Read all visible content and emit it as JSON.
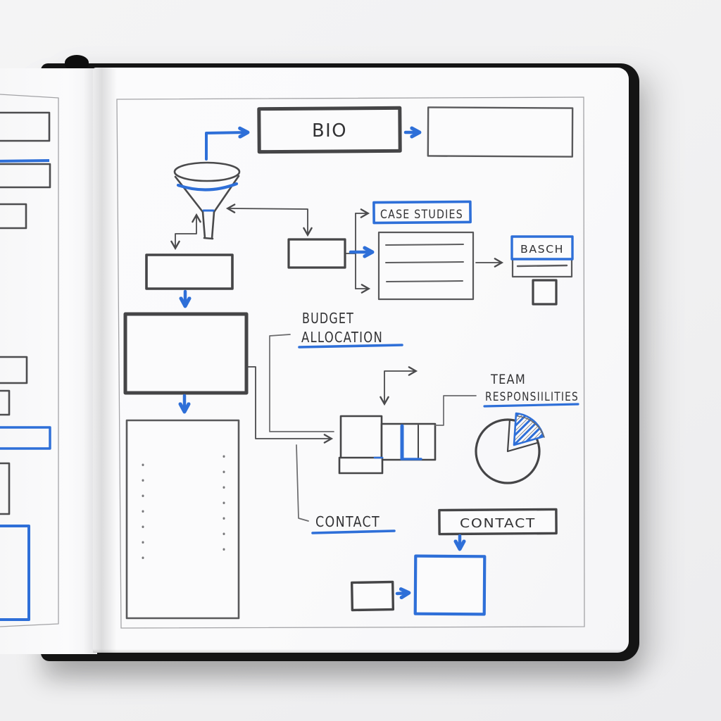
{
  "colors": {
    "ink_gray": "#4a4a4c",
    "ink_blue": "#2e6fd8",
    "paper": "#fbfbfc",
    "cover_black": "#141414"
  },
  "diagram": {
    "bio_box": {
      "label": "BIO"
    },
    "case_studies_box": {
      "label": "CASE STUDIES"
    },
    "basch_box": {
      "label": "BASCH"
    },
    "budget_allocation_label": {
      "line1": "BUDGET",
      "line2": "ALLOCATION"
    },
    "team_responsibilities_label": {
      "line1": "TEAM",
      "line2": "RESPONSIILITIES"
    },
    "contact_label": {
      "text": "CONTACT"
    },
    "contact_box": {
      "label": "CONTACT"
    },
    "icons": {
      "funnel": "funnel-icon",
      "pie": "pie-chart-icon"
    }
  }
}
